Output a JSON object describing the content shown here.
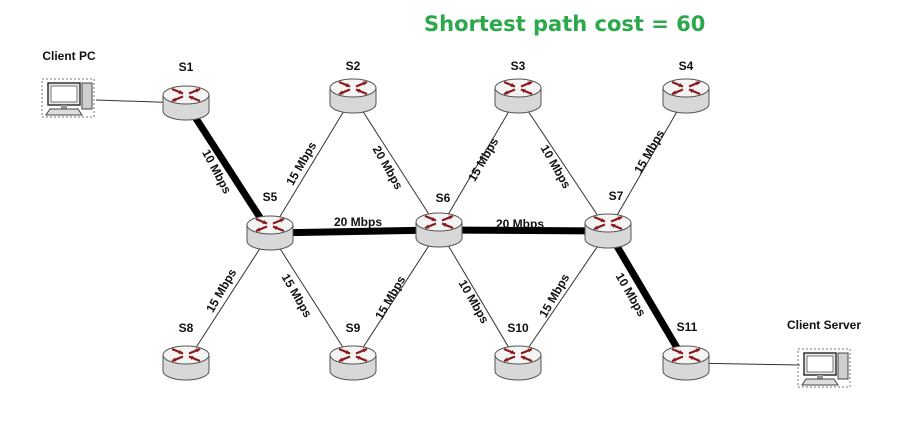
{
  "title": "Shortest path cost = 60",
  "colors": {
    "title": "#2aa84a",
    "router_arrows": "#8b1a1a",
    "path": "#000000"
  },
  "hosts": [
    {
      "id": "client_pc",
      "label": "Client PC",
      "icon": "desktop-computer-icon"
    },
    {
      "id": "client_server",
      "label": "Client Server",
      "icon": "desktop-computer-icon"
    }
  ],
  "routers": [
    {
      "id": "S1",
      "label": "S1",
      "icon": "router-icon"
    },
    {
      "id": "S2",
      "label": "S2",
      "icon": "router-icon"
    },
    {
      "id": "S3",
      "label": "S3",
      "icon": "router-icon"
    },
    {
      "id": "S4",
      "label": "S4",
      "icon": "router-icon"
    },
    {
      "id": "S5",
      "label": "S5",
      "icon": "router-icon"
    },
    {
      "id": "S6",
      "label": "S6",
      "icon": "router-icon"
    },
    {
      "id": "S7",
      "label": "S7",
      "icon": "router-icon"
    },
    {
      "id": "S8",
      "label": "S8",
      "icon": "router-icon"
    },
    {
      "id": "S9",
      "label": "S9",
      "icon": "router-icon"
    },
    {
      "id": "S10",
      "label": "S10",
      "icon": "router-icon"
    },
    {
      "id": "S11",
      "label": "S11",
      "icon": "router-icon"
    }
  ],
  "links": [
    {
      "from": "S1",
      "to": "S5",
      "label": "10 Mbps",
      "highlighted": true
    },
    {
      "from": "S2",
      "to": "S5",
      "label": "15 Mbps",
      "highlighted": false
    },
    {
      "from": "S2",
      "to": "S6",
      "label": "20 Mbps",
      "highlighted": false
    },
    {
      "from": "S3",
      "to": "S6",
      "label": "15 Mbps",
      "highlighted": false
    },
    {
      "from": "S3",
      "to": "S7",
      "label": "10 Mbps",
      "highlighted": false
    },
    {
      "from": "S4",
      "to": "S7",
      "label": "15 Mbps",
      "highlighted": false
    },
    {
      "from": "S5",
      "to": "S6",
      "label": "20 Mbps",
      "highlighted": true
    },
    {
      "from": "S6",
      "to": "S7",
      "label": "20 Mbps",
      "highlighted": true
    },
    {
      "from": "S5",
      "to": "S8",
      "label": "15 Mbps",
      "highlighted": false
    },
    {
      "from": "S5",
      "to": "S9",
      "label": "15 Mbps",
      "highlighted": false
    },
    {
      "from": "S6",
      "to": "S9",
      "label": "15 Mbps",
      "highlighted": false
    },
    {
      "from": "S6",
      "to": "S10",
      "label": "10 Mbps",
      "highlighted": false
    },
    {
      "from": "S7",
      "to": "S10",
      "label": "15 Mbps",
      "highlighted": false
    },
    {
      "from": "S7",
      "to": "S11",
      "label": "10 Mbps",
      "highlighted": true
    }
  ],
  "host_links": [
    {
      "from": "client_pc",
      "to": "S1"
    },
    {
      "from": "client_server",
      "to": "S11"
    }
  ]
}
